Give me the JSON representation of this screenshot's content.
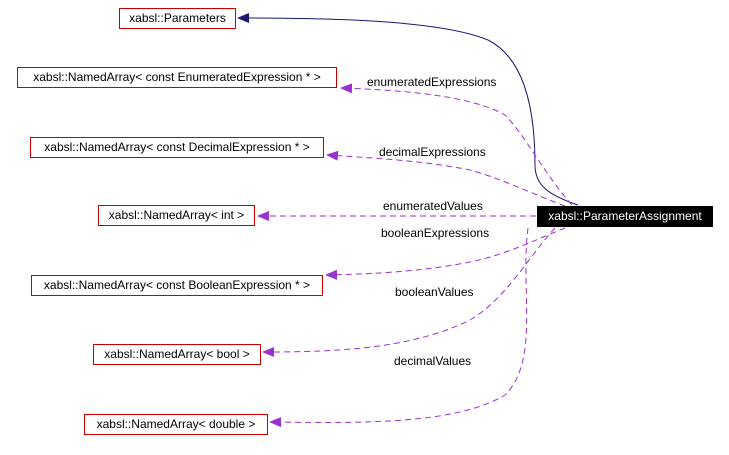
{
  "colors": {
    "node_border": "#cc0000",
    "main_node_bg": "#000000",
    "main_node_text": "#ffffff",
    "inheritance_edge": "#191970",
    "usage_edge": "#9a32cd"
  },
  "main_node": {
    "label": "xabsl::ParameterAssignment"
  },
  "nodes": [
    {
      "key": "parameters",
      "label": "xabsl::Parameters"
    },
    {
      "key": "enum_expr",
      "label": "xabsl::NamedArray< const EnumeratedExpression * >"
    },
    {
      "key": "dec_expr",
      "label": "xabsl::NamedArray< const DecimalExpression * >"
    },
    {
      "key": "int_arr",
      "label": "xabsl::NamedArray< int >"
    },
    {
      "key": "bool_expr",
      "label": "xabsl::NamedArray< const BooleanExpression * >"
    },
    {
      "key": "bool_arr",
      "label": "xabsl::NamedArray< bool >"
    },
    {
      "key": "double_arr",
      "label": "xabsl::NamedArray< double >"
    }
  ],
  "edge_labels": {
    "enumerated_expressions": "enumeratedExpressions",
    "decimal_expressions": "decimalExpressions",
    "enumerated_values": "enumeratedValues",
    "boolean_expressions": "booleanExpressions",
    "boolean_values": "booleanValues",
    "decimal_values": "decimalValues"
  }
}
